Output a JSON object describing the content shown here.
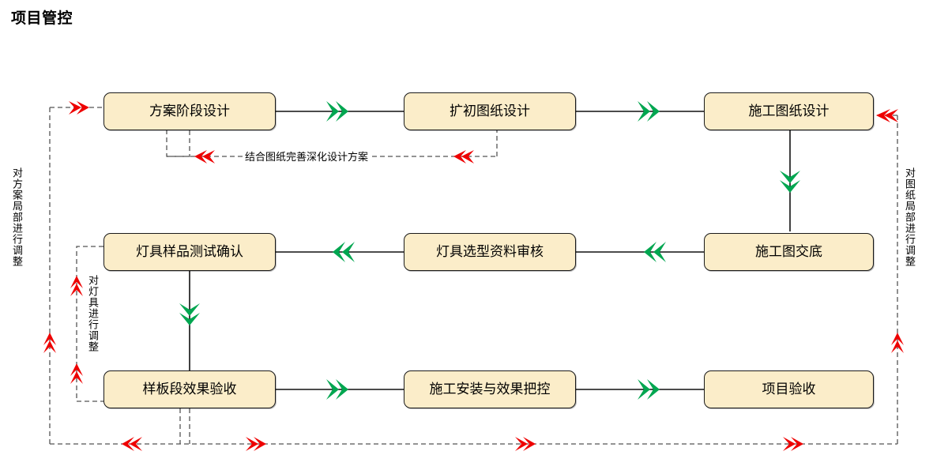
{
  "page": {
    "title": "项目管控",
    "colors": {
      "node_fill": "#fbedc9",
      "node_stroke": "#1a1a1a",
      "solid_arrow": "#00a650",
      "dashed_arrow": "#ee0000",
      "dashed_line": "#555555",
      "solid_line": "#111111",
      "background": "#ffffff",
      "text": "#000000"
    }
  },
  "nodes": [
    {
      "id": "n1",
      "label": "方案阶段设计",
      "row": 1,
      "col": 1
    },
    {
      "id": "n2",
      "label": "扩初图纸设计",
      "row": 1,
      "col": 2
    },
    {
      "id": "n3",
      "label": "施工图纸设计",
      "row": 1,
      "col": 3
    },
    {
      "id": "n4",
      "label": "灯具样品测试确认",
      "row": 2,
      "col": 1
    },
    {
      "id": "n5",
      "label": "灯具选型资料审核",
      "row": 2,
      "col": 2
    },
    {
      "id": "n6",
      "label": "施工图交底",
      "row": 2,
      "col": 3
    },
    {
      "id": "n7",
      "label": "样板段效果验收",
      "row": 3,
      "col": 1
    },
    {
      "id": "n8",
      "label": "施工安装与效果把控",
      "row": 3,
      "col": 2
    },
    {
      "id": "n9",
      "label": "项目验收",
      "row": 3,
      "col": 3
    }
  ],
  "edge_labels": {
    "feedback_design": "结合图纸完善深化设计方案",
    "adjust_scheme": "对方案局部进行调整",
    "adjust_lamp": "对灯具进行调整",
    "adjust_drawing": "对图纸局部进行调整"
  },
  "flow": {
    "forward_sequence": [
      "方案阶段设计",
      "扩初图纸设计",
      "施工图纸设计",
      "施工图交底",
      "灯具选型资料审核",
      "灯具样品测试确认",
      "样板段效果验收",
      "施工安装与效果把控",
      "项目验收"
    ],
    "feedback_edges": [
      {
        "from": "扩初图纸设计",
        "to": "方案阶段设计",
        "label": "结合图纸完善深化设计方案"
      },
      {
        "from": "施工图纸设计",
        "to": "方案阶段设计",
        "label": "结合图纸完善深化设计方案"
      },
      {
        "from": "样板段效果验收",
        "to": "灯具样品测试确认",
        "label": "对灯具进行调整"
      },
      {
        "from": "项目验收",
        "to": "方案阶段设计",
        "label": "对方案局部进行调整"
      },
      {
        "from": "项目验收",
        "to": "施工图纸设计",
        "label": "对图纸局部进行调整"
      }
    ]
  }
}
